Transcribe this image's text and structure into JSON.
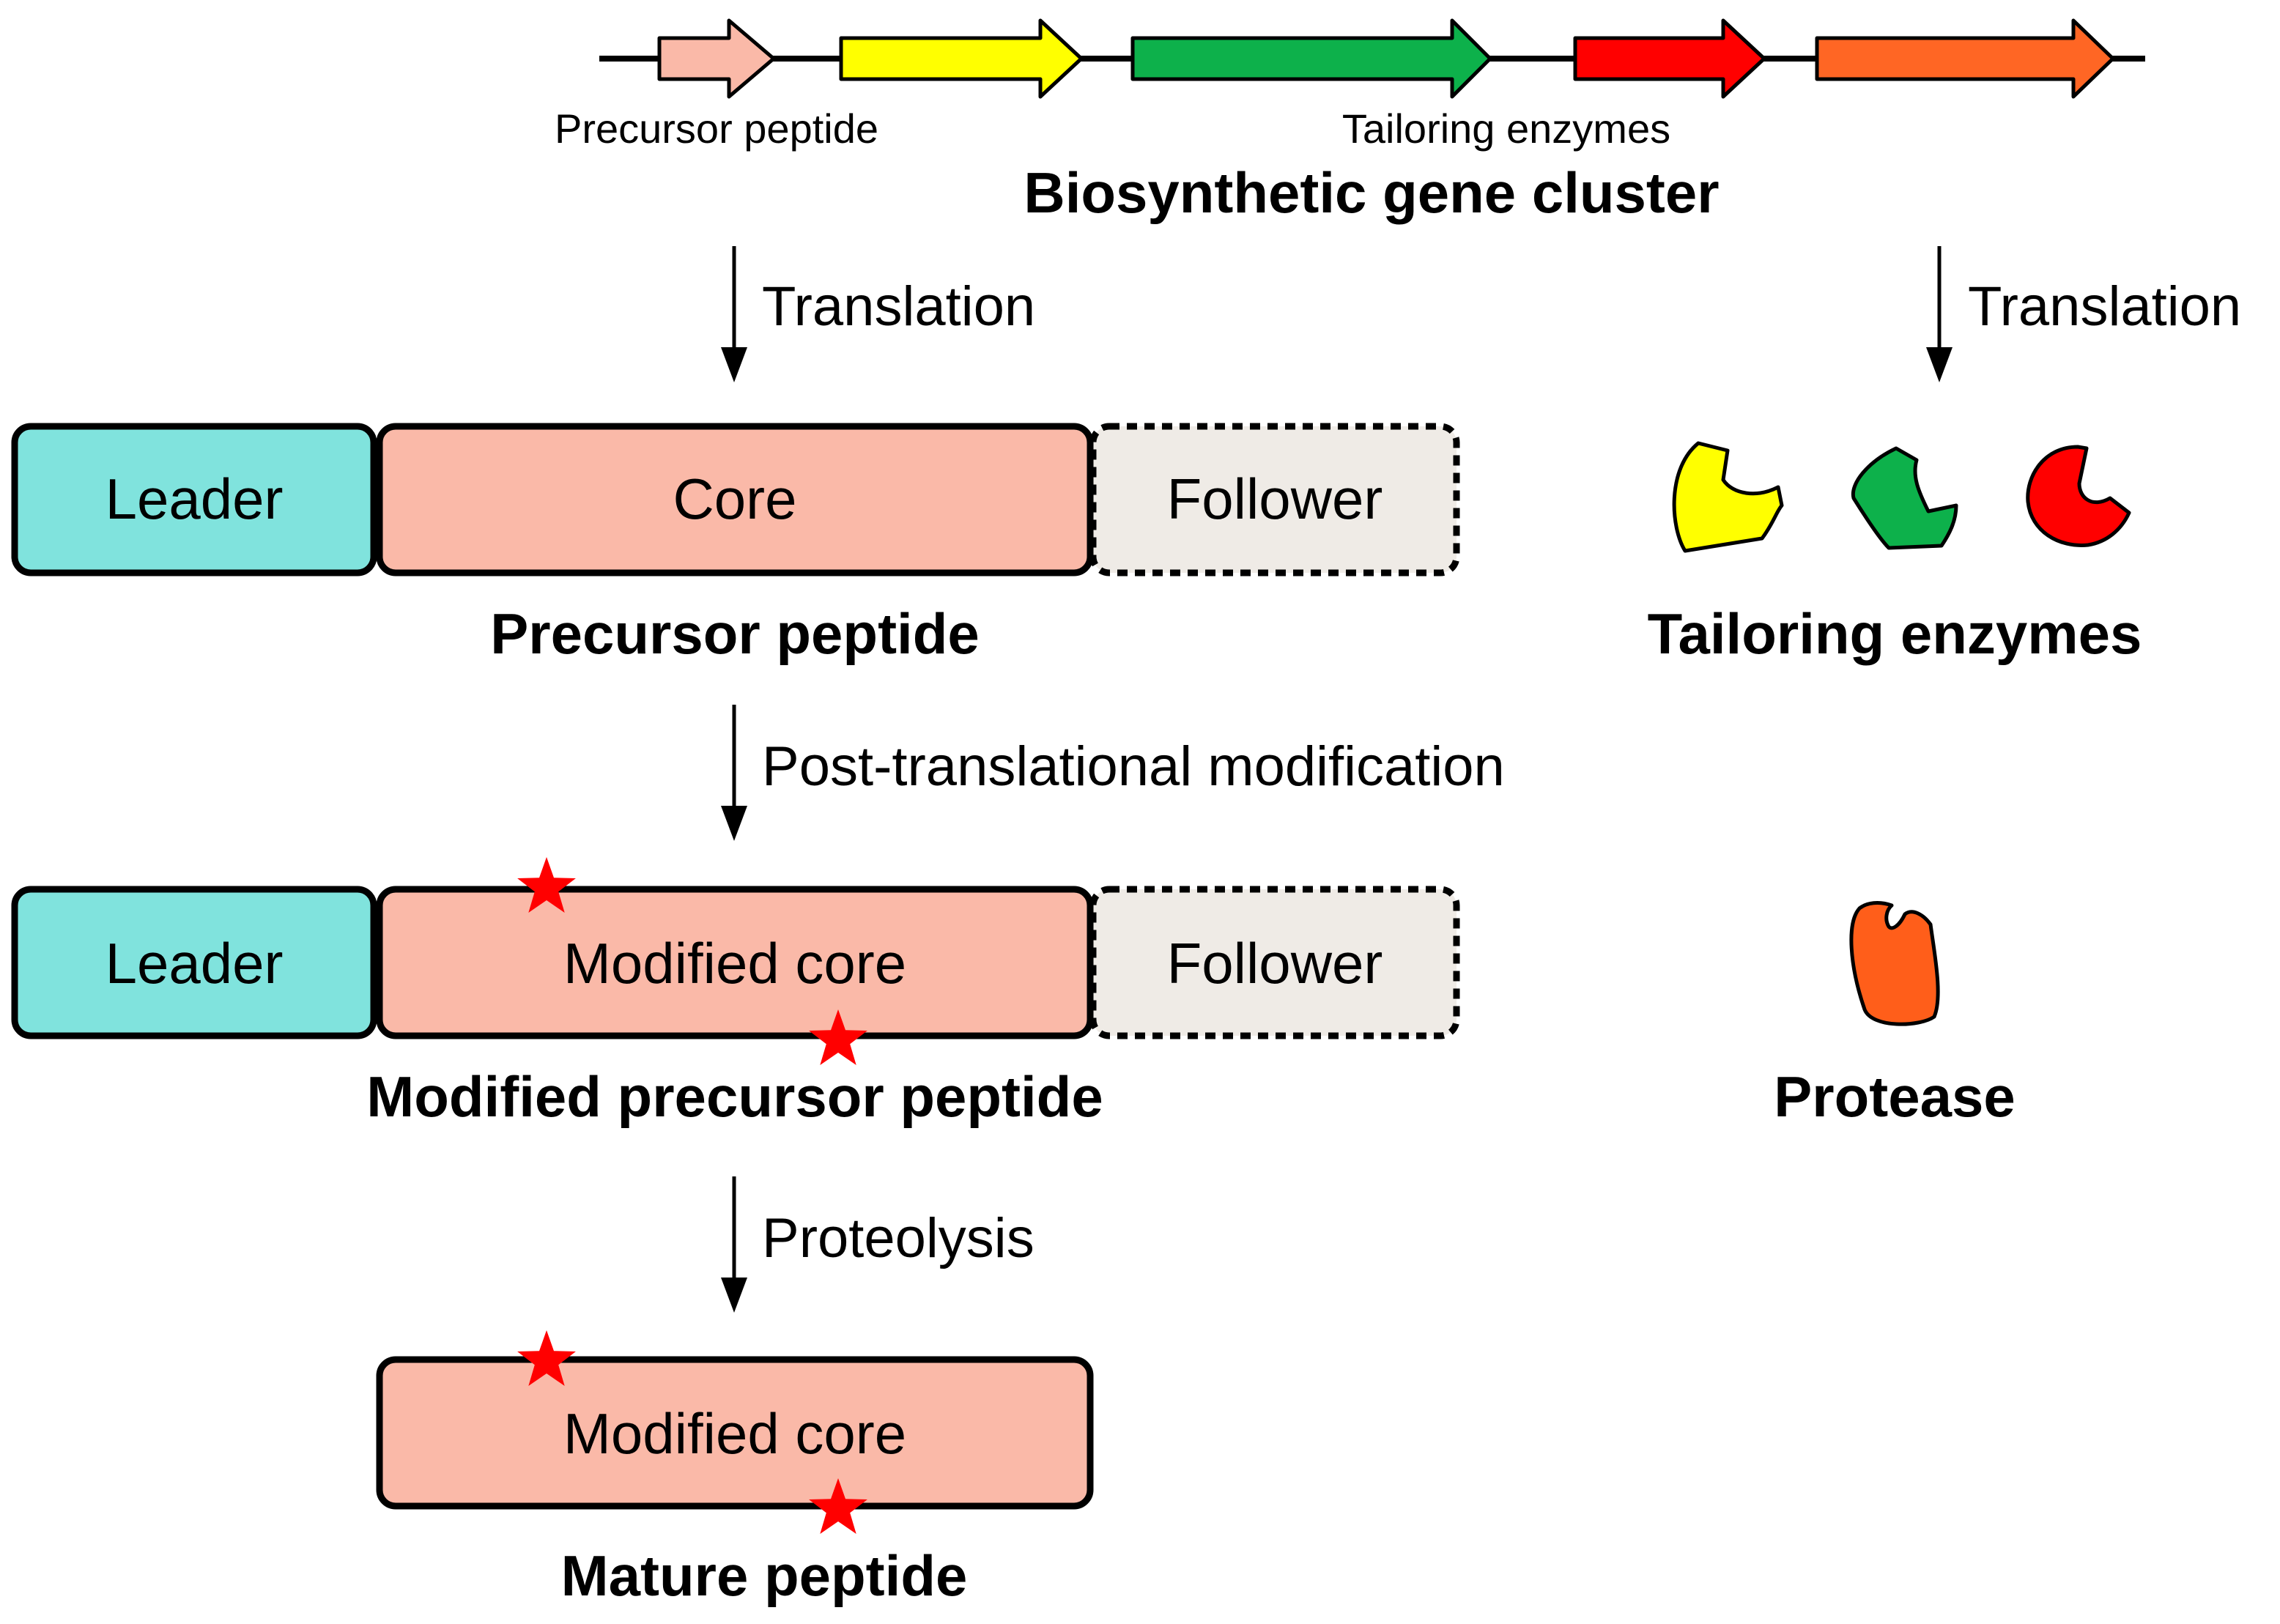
{
  "gene_cluster": {
    "title": "Biosynthetic gene cluster",
    "label_precursor": "Precursor peptide",
    "label_tailoring": "Tailoring enzymes",
    "gene_colors": [
      "#FAB9A8",
      "#FFFF00",
      "#0DB14B",
      "#FF0000",
      "#FF6624"
    ]
  },
  "steps": {
    "translation_left": "Translation",
    "translation_right": "Translation",
    "ptm": "Post-translational modification",
    "proteolysis": "Proteolysis"
  },
  "precursor": {
    "leader": "Leader",
    "core": "Core",
    "follower": "Follower",
    "caption": "Precursor peptide"
  },
  "modified": {
    "leader": "Leader",
    "core": "Modified core",
    "follower": "Follower",
    "caption": "Modified precursor peptide"
  },
  "mature": {
    "core": "Modified core",
    "caption": "Mature peptide"
  },
  "enzymes": {
    "caption": "Tailoring enzymes",
    "protease_caption": "Protease",
    "colors": [
      "#FFFF00",
      "#0DB14B",
      "#FF0000"
    ],
    "protease_color": "#FF5E1A"
  },
  "colors": {
    "leader": "#80E3DD",
    "core": "#FAB9A8",
    "follower": "#EFEBE6",
    "star": "#FF0000"
  }
}
